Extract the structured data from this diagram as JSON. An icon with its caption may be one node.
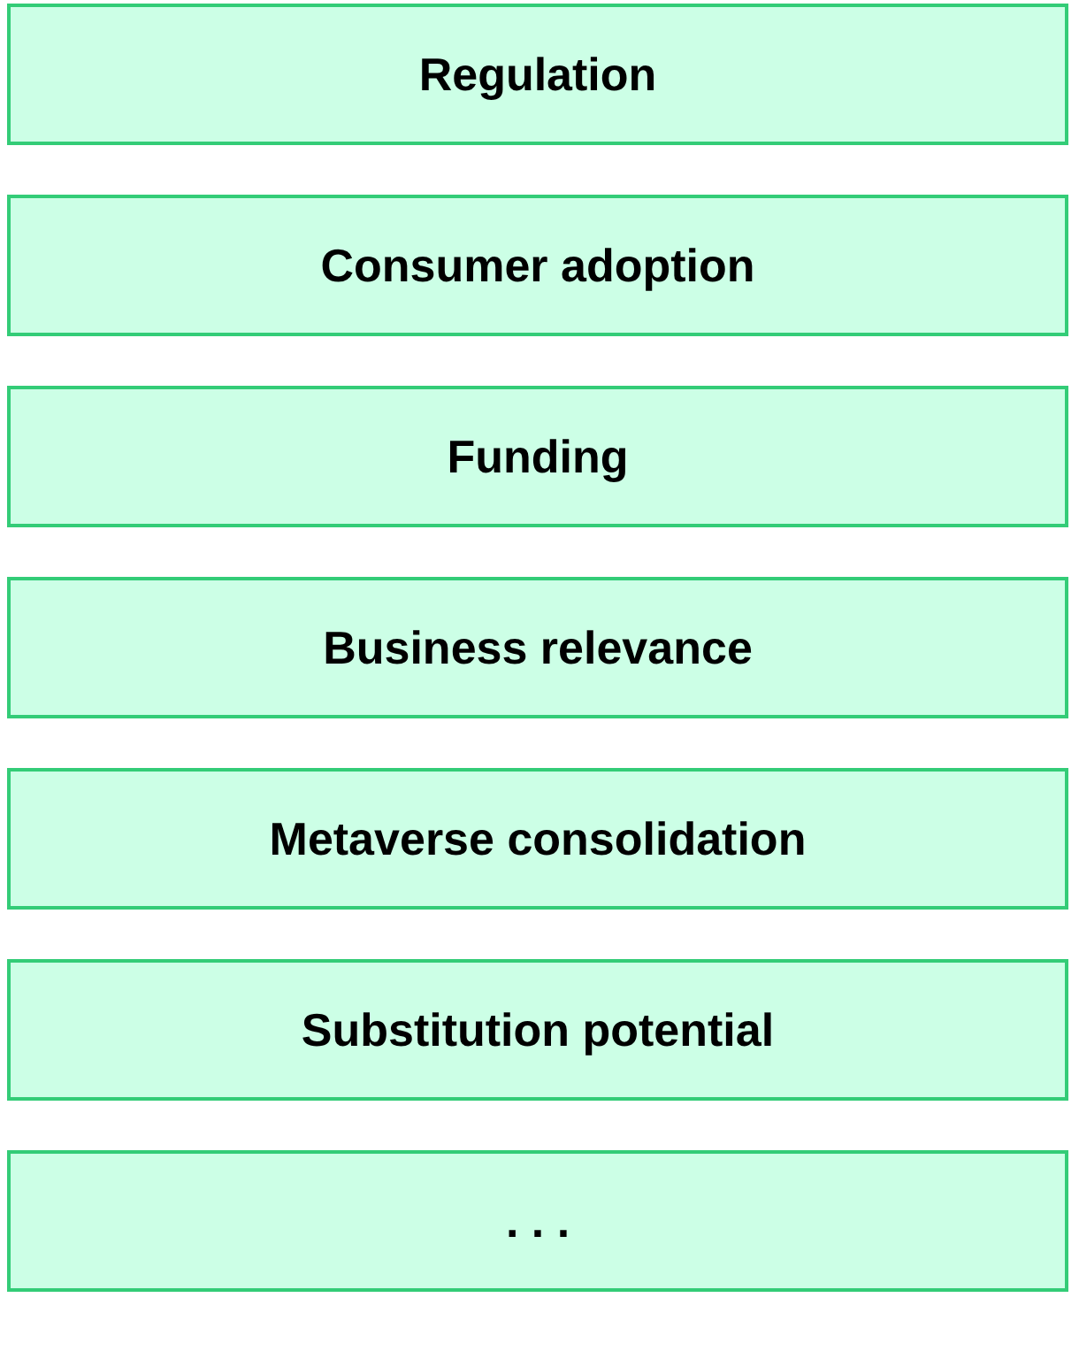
{
  "diagram": {
    "nodes": [
      {
        "text": [
          "Regulation"
        ]
      },
      {
        "text": [
          "Consumer adoption"
        ]
      },
      {
        "text": [
          "Funding"
        ]
      },
      {
        "text": [
          "Business relevance"
        ]
      },
      {
        "text": [
          "Metaverse consolidation"
        ]
      },
      {
        "text": [
          "Substitution potential"
        ]
      },
      {
        "text": [
          ". . ."
        ]
      }
    ]
  }
}
